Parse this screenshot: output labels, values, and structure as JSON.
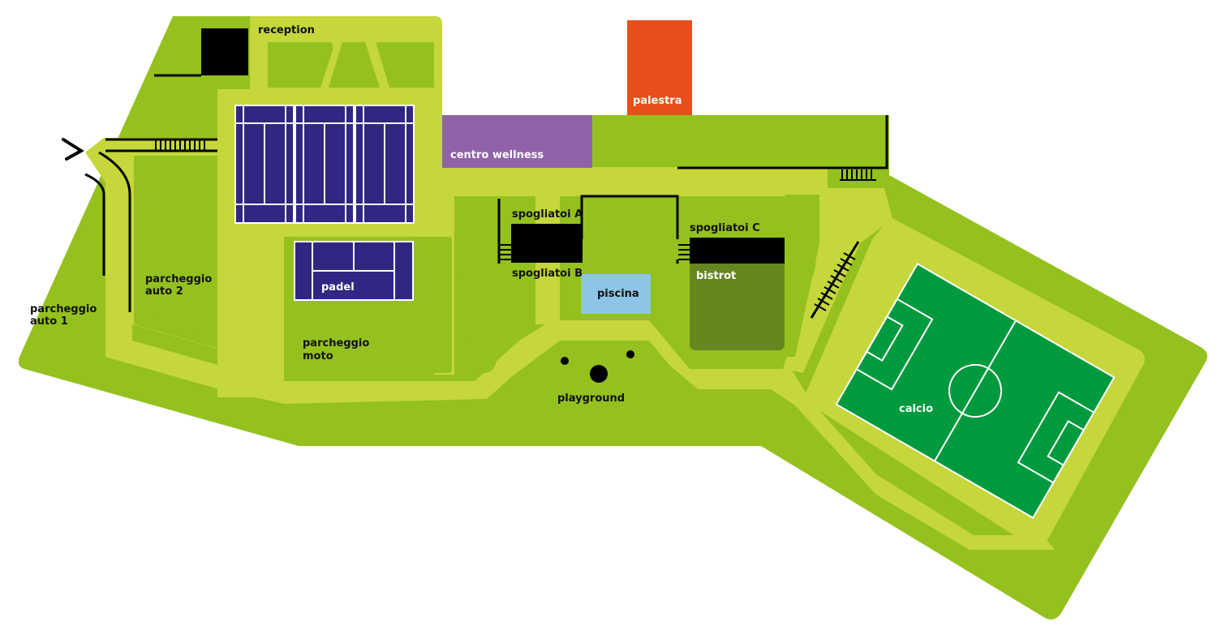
{
  "colors": {
    "grass": "#95c11f",
    "path": "#c5d73a",
    "court": "#312783",
    "court_line": "#ffffff",
    "pitch": "#009a3e",
    "wellness": "#9063a8",
    "gym": "#e84e1b",
    "pool": "#8ec5e6",
    "bistrot": "#66871f",
    "dark": "#000000"
  },
  "labels": {
    "reception": "reception",
    "palestra": "palestra",
    "centro_wellness": "centro wellness",
    "spogliatoi_a": "spogliatoi A",
    "spogliatoi_b": "spogliatoi B",
    "spogliatoi_c": "spogliatoi C",
    "bistrot": "bistrot",
    "piscina": "piscina",
    "padel": "padel",
    "parcheggio_auto_1": [
      "parcheggio",
      "auto 1"
    ],
    "parcheggio_auto_2": [
      "parcheggio",
      "auto 2"
    ],
    "parcheggio_moto": [
      "parcheggio",
      "moto"
    ],
    "playground": "playground",
    "calcio": "calcio"
  },
  "icons": {
    "entrance": "entrance-arrow-icon"
  }
}
